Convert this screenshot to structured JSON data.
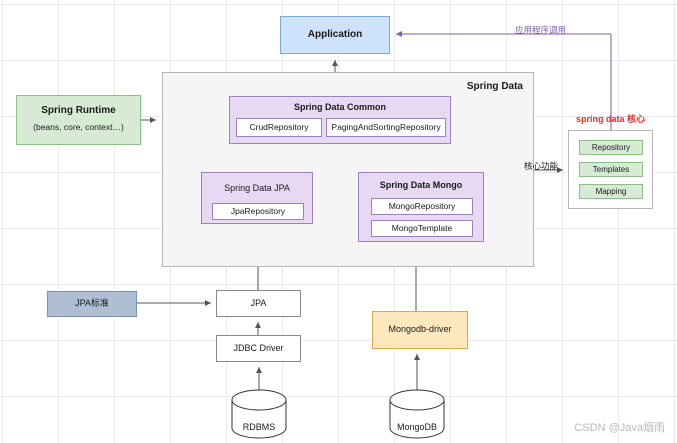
{
  "diagram": {
    "title": "Spring Data architecture diagram",
    "nodes": {
      "application": "Application",
      "spring_data_container": "Spring Data",
      "spring_data_common": "Spring Data Common",
      "crud_repository": "CrudRepository",
      "paging_and_sorting_repository": "PagingAndSortingRepository",
      "spring_data_jpa": "Spring Data JPA",
      "jpa_repository": "JpaRepository",
      "spring_data_mongo": "Spring Data Mongo",
      "mongo_repository": "MongoRepository",
      "mongo_template": "MongoTemplate",
      "spring_runtime_title": "Spring Runtime",
      "spring_runtime_sub": "(beans, core, context…)",
      "core_title": "spring data 核心",
      "core_items": [
        "Repository",
        "Templates",
        "Mapping"
      ],
      "jpa_standard": "JPA标准",
      "jpa": "JPA",
      "jdbc_driver": "JDBC Driver",
      "mongodb_driver": "Mongodb-driver",
      "rdbms": "RDBMS",
      "mongodb": "MongoDB"
    },
    "edge_labels": {
      "app_invoke": "应用程序调用",
      "core_function": "核心功能"
    },
    "watermark": "CSDN @Java烟雨",
    "colors": {
      "application_fill": "#cfe2fb",
      "container_fill": "#f5f5f5",
      "purple_fill": "#e7d9f3",
      "green_fill": "#d7ead4",
      "blue_gray_fill": "#aebfd4",
      "orange_fill": "#fde7bc",
      "core_title_red": "#e8302a",
      "purple_label": "#7b5fa8"
    }
  }
}
